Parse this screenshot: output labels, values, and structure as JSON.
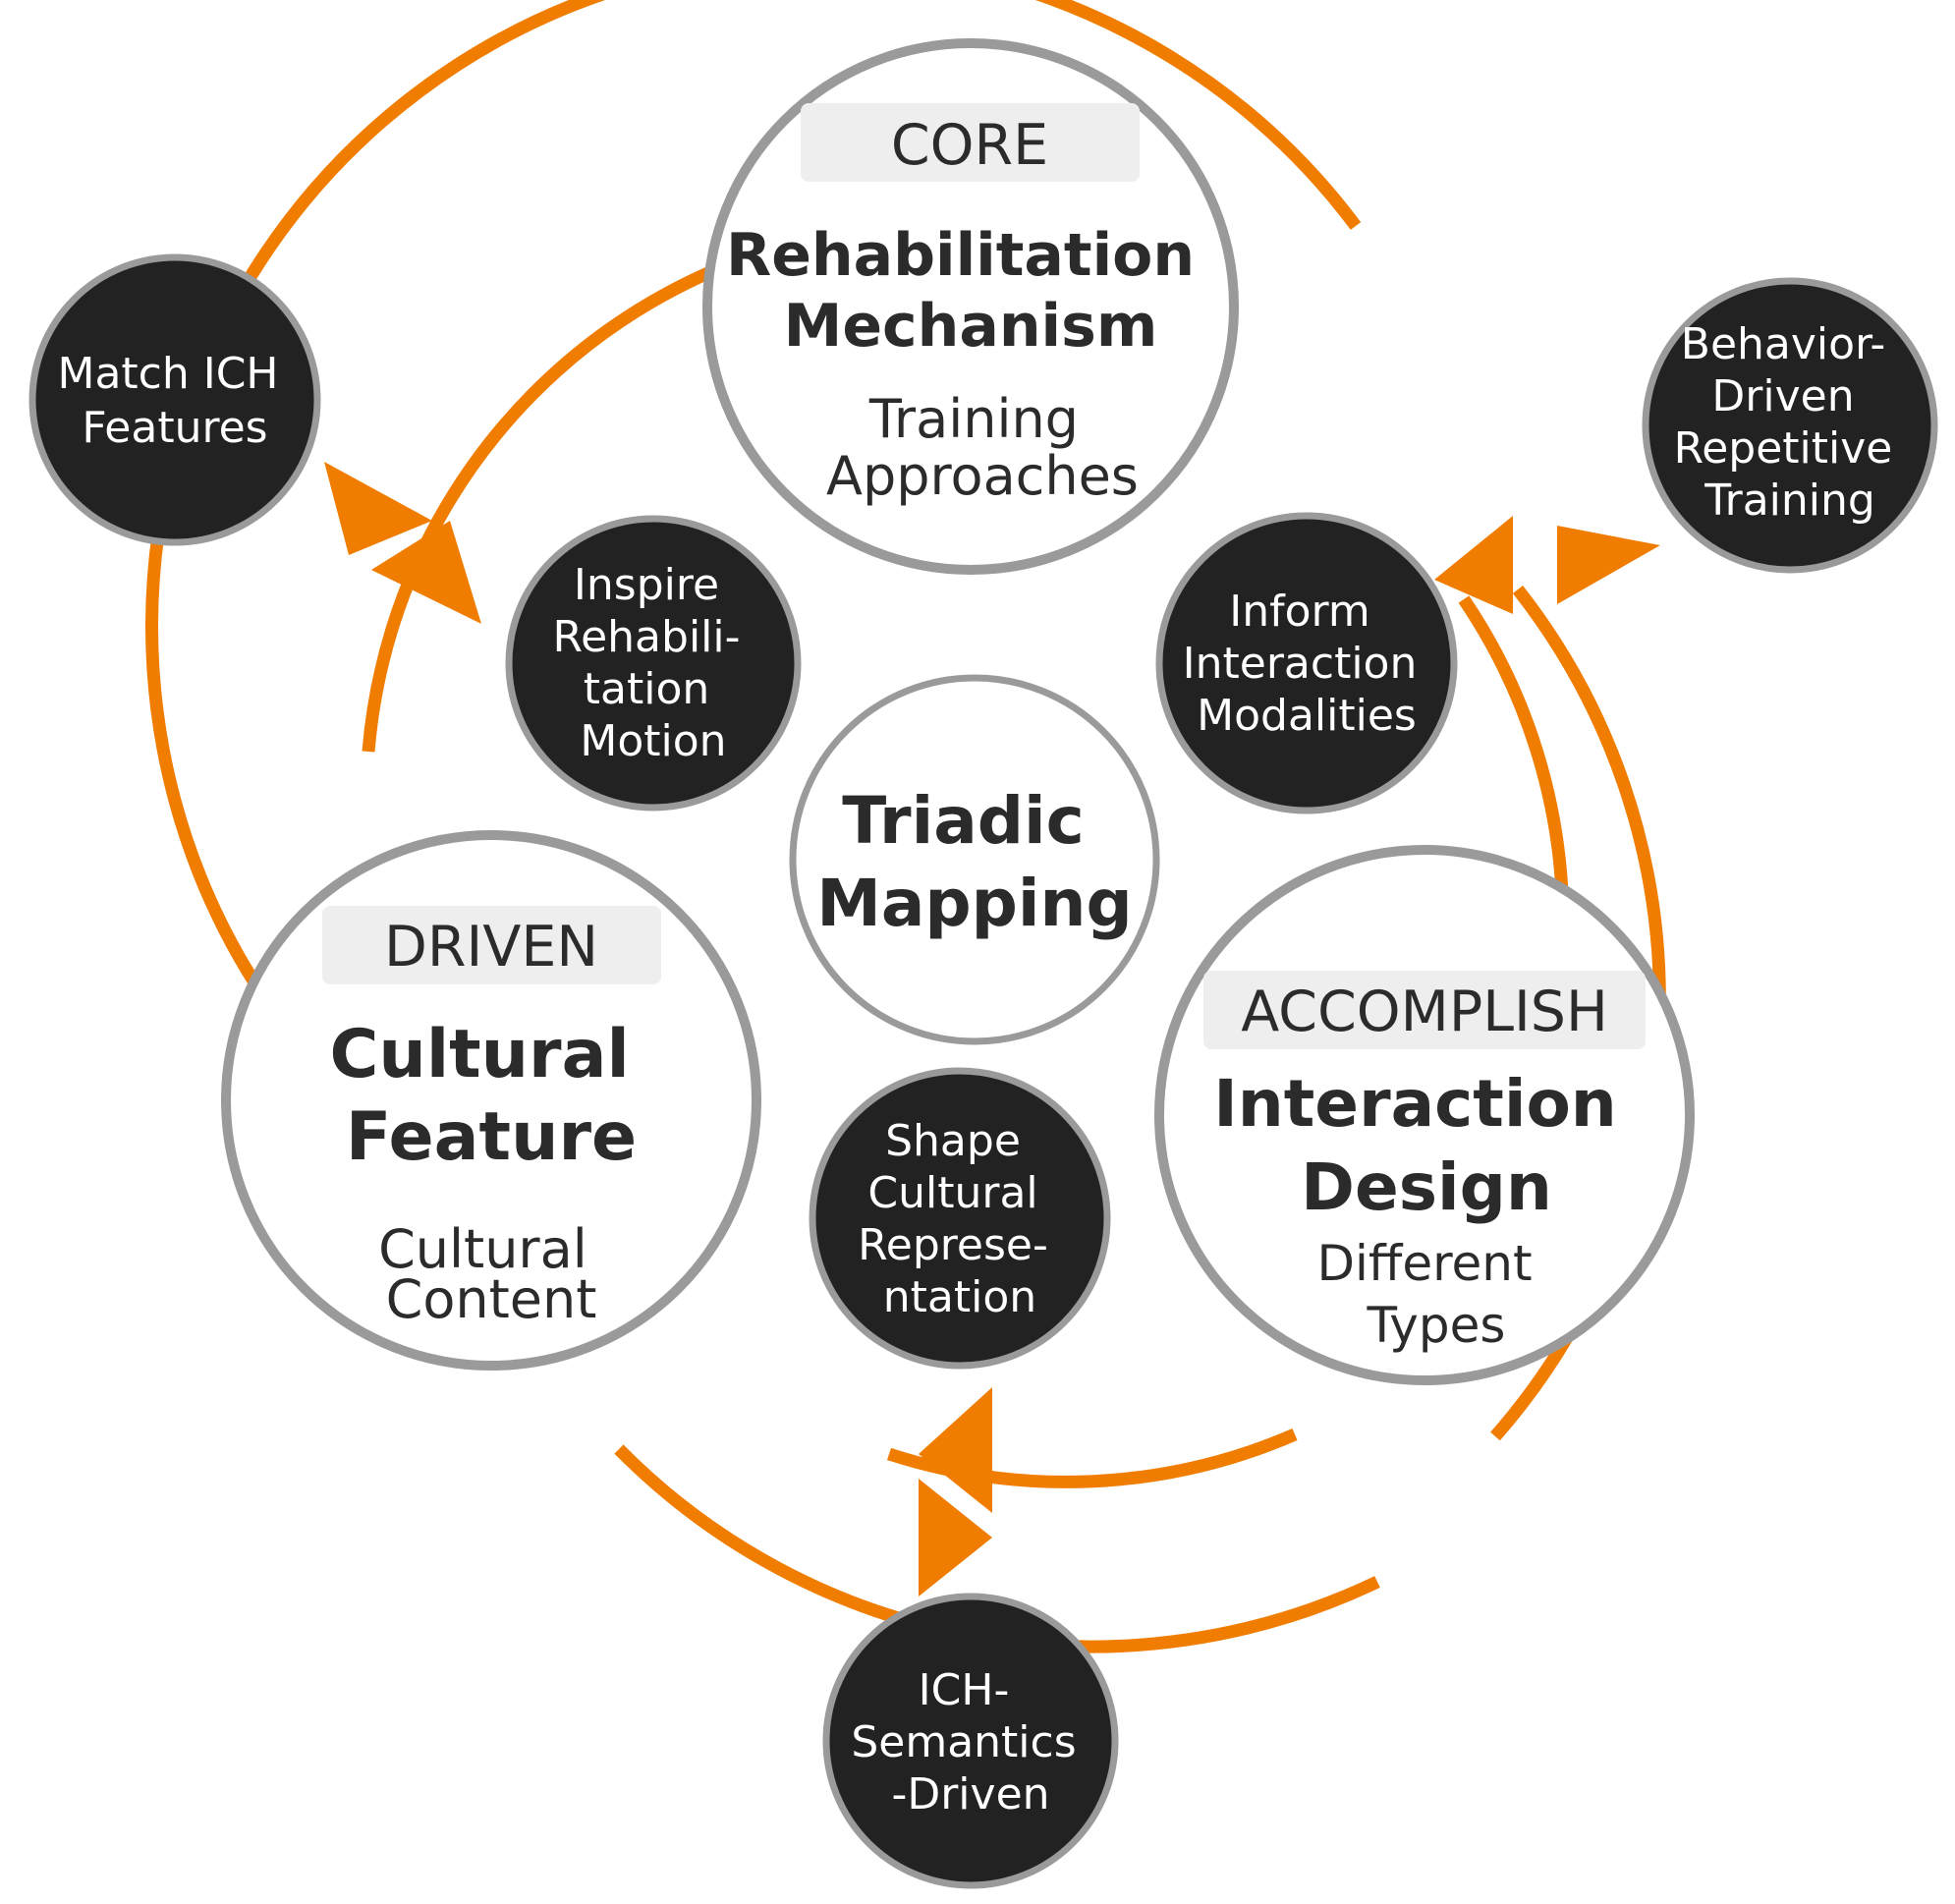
{
  "colors": {
    "ring": "#f07d00",
    "circle_border": "#9a9a9a",
    "dark_fill": "#222222",
    "tag_fill": "#eeeeee"
  },
  "core": {
    "tag": "CORE",
    "title": [
      "Rehabilitation",
      "Mechanism"
    ],
    "subtitle": [
      "Training",
      "Approaches"
    ]
  },
  "driven": {
    "tag": "DRIVEN",
    "title": [
      "Cultural",
      "Feature"
    ],
    "subtitle": [
      "Cultural",
      "Content"
    ]
  },
  "accomplish": {
    "tag": "ACCOMPLISH",
    "title": [
      "Interaction",
      "Design"
    ],
    "subtitle": [
      "Different",
      "Types"
    ]
  },
  "center": {
    "title": [
      "Triadic",
      "Mapping"
    ]
  },
  "inner_nodes": {
    "inspire": [
      "Inspire",
      "Rehabili-",
      "tation",
      "Motion"
    ],
    "inform": [
      "Inform",
      "Interaction",
      "Modalities"
    ],
    "shape": [
      "Shape",
      "Cultural",
      "Represe-",
      "ntation"
    ]
  },
  "outer_nodes": {
    "match": [
      "Match ICH",
      "Features"
    ],
    "behavior": [
      "Behavior-",
      "Driven",
      "Repetitive",
      "Training"
    ],
    "ich": [
      "ICH-",
      "Semantics",
      "-Driven"
    ]
  }
}
